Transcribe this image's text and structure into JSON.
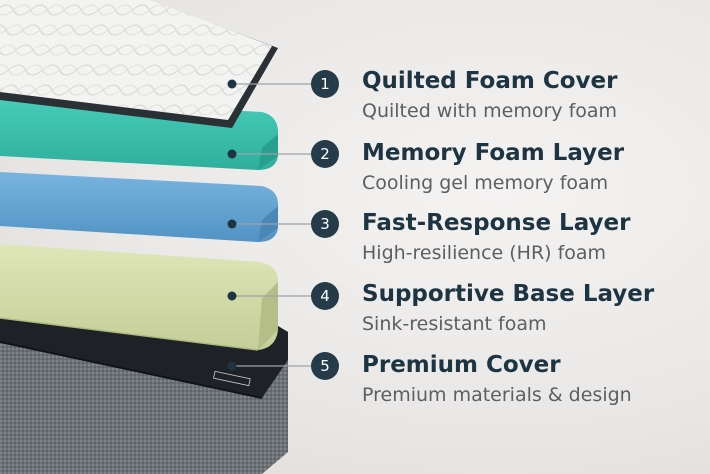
{
  "layers": [
    {
      "number": "1",
      "title": "Quilted Foam Cover",
      "subtitle": "Quilted with memory foam",
      "color": "#f2f2f1"
    },
    {
      "number": "2",
      "title": "Memory Foam Layer",
      "subtitle": "Cooling gel memory foam",
      "color": "#3cc2b0"
    },
    {
      "number": "3",
      "title": "Fast-Response Layer",
      "subtitle": "High-resilience (HR) foam",
      "color": "#6aaad8"
    },
    {
      "number": "4",
      "title": "Supportive Base Layer",
      "subtitle": "Sink-resistant foam",
      "color": "#d6deac"
    },
    {
      "number": "5",
      "title": "Premium Cover",
      "subtitle": "Premium materials & design",
      "color": "#2a2e33"
    }
  ]
}
